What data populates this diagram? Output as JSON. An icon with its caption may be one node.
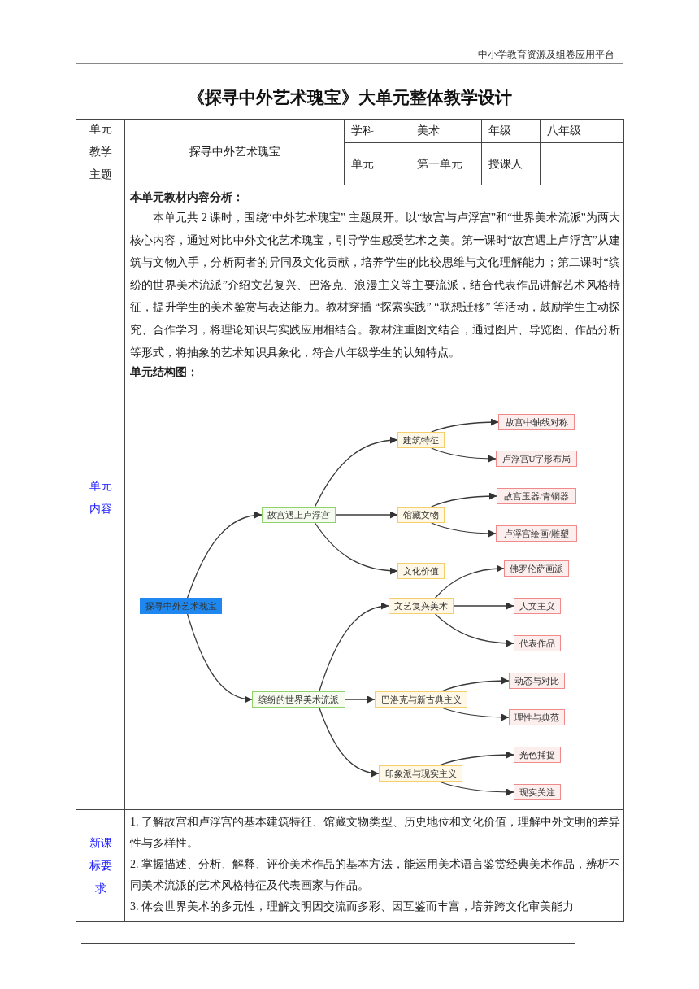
{
  "diagram": {
    "title": "《探寻中外艺术瑰宝》大单元整体教学设计",
    "nodes": [
      {
        "text": [
          "探寻中外艺术瑰宝"
        ]
      },
      {
        "text": [
          "故宫遇上卢浮宫"
        ]
      },
      {
        "text": [
          "建筑特征"
        ]
      },
      {
        "text": [
          "故宫中轴线对称"
        ]
      },
      {
        "text": [
          "卢浮宫U字形布局"
        ]
      },
      {
        "text": [
          "馆藏文物"
        ]
      },
      {
        "text": [
          "故宫玉器/青铜器"
        ]
      },
      {
        "text": [
          "卢浮宫绘画/雕塑"
        ]
      },
      {
        "text": [
          "文化价值"
        ]
      },
      {
        "text": [
          "佛罗伦萨画派"
        ]
      },
      {
        "text": [
          "文艺复兴美术"
        ]
      },
      {
        "text": [
          "人文主义"
        ]
      },
      {
        "text": [
          "代表作品"
        ]
      },
      {
        "text": [
          "缤纷的世界美术流派"
        ]
      },
      {
        "text": [
          "巴洛克与新古典主义"
        ]
      },
      {
        "text": [
          "动态与对比"
        ]
      },
      {
        "text": [
          "理性与典范"
        ]
      },
      {
        "text": [
          "印象派与现实主义"
        ]
      },
      {
        "text": [
          "光色捕捉"
        ]
      },
      {
        "text": [
          "现实关注"
        ]
      }
    ],
    "edges": [
      {
        "from": 0,
        "to": 1,
        "arrow": "to"
      },
      {
        "from": 0,
        "to": 13,
        "arrow": "to"
      },
      {
        "from": 1,
        "to": 2,
        "arrow": "to"
      },
      {
        "from": 1,
        "to": 5,
        "arrow": "to"
      },
      {
        "from": 1,
        "to": 8,
        "arrow": "to"
      },
      {
        "from": 2,
        "to": 3,
        "arrow": "to"
      },
      {
        "from": 2,
        "to": 4,
        "arrow": "to"
      },
      {
        "from": 5,
        "to": 6,
        "arrow": "to"
      },
      {
        "from": 5,
        "to": 7,
        "arrow": "to"
      },
      {
        "from": 13,
        "to": 10,
        "arrow": "to"
      },
      {
        "from": 13,
        "to": 14,
        "arrow": "to"
      },
      {
        "from": 13,
        "to": 17,
        "arrow": "to"
      },
      {
        "from": 10,
        "to": 9,
        "arrow": "to"
      },
      {
        "from": 10,
        "to": 11,
        "arrow": "to"
      },
      {
        "from": 10,
        "to": 12,
        "arrow": "to"
      },
      {
        "from": 14,
        "to": 15,
        "arrow": "to"
      },
      {
        "from": 14,
        "to": 16,
        "arrow": "to"
      },
      {
        "from": 17,
        "to": 18,
        "arrow": "to"
      },
      {
        "from": 17,
        "to": 19,
        "arrow": "to"
      }
    ],
    "labels": [
      "中小学教育资源及组卷应用平台",
      "单元教学主题",
      "探寻中外艺术瑰宝",
      "学科",
      "美术",
      "年级",
      "八年级",
      "单元",
      "第一单元",
      "授课人",
      "单元内容",
      "本单元教材内容分析：",
      "本单元共 2 课时，围绕“中外艺术瑰宝” 主题展开。以“故宫与卢浮宫”和“世界美术流派”为两大核心内容，通过对比中外文化艺术瑰宝，引导学生感受艺术之美。第一课时“故宫遇上卢浮宫”从建筑与文物入手，分析两者的异同及文化贡献，培养学生的比较思维与文化理解能力；第二课时“缤纷的世界美术流派”介绍文艺复兴、巴洛克、浪漫主义等主要流派，结合代表作品讲解艺术风格特征，提升学生的美术鉴赏与表达能力。教材穿插 “探索实践” “联想迁移” 等活动，鼓励学生主动探究、合作学习，将理论知识与实践应用相结合。教材注重图文结合，通过图片、导览图、作品分析等形式，将抽象的艺术知识具象化，符合八年级学生的认知特点。",
      "单元结构图：",
      "新课标要求",
      "1. 了解故宫和卢浮宫的基本建筑特征、馆藏文物类型、历史地位和文化价值，理解中外文明的差异性与多样性。",
      "2. 掌握描述、分析、解释、评价美术作品的基本方法，能运用美术语言鉴赏经典美术作品，辨析不同美术流派的艺术风格特征及代表画家与作品。",
      "3. 体会世界美术的多元性，理解文明因交流而多彩、因互鉴而丰富，培养跨文化审美能力"
    ]
  }
}
